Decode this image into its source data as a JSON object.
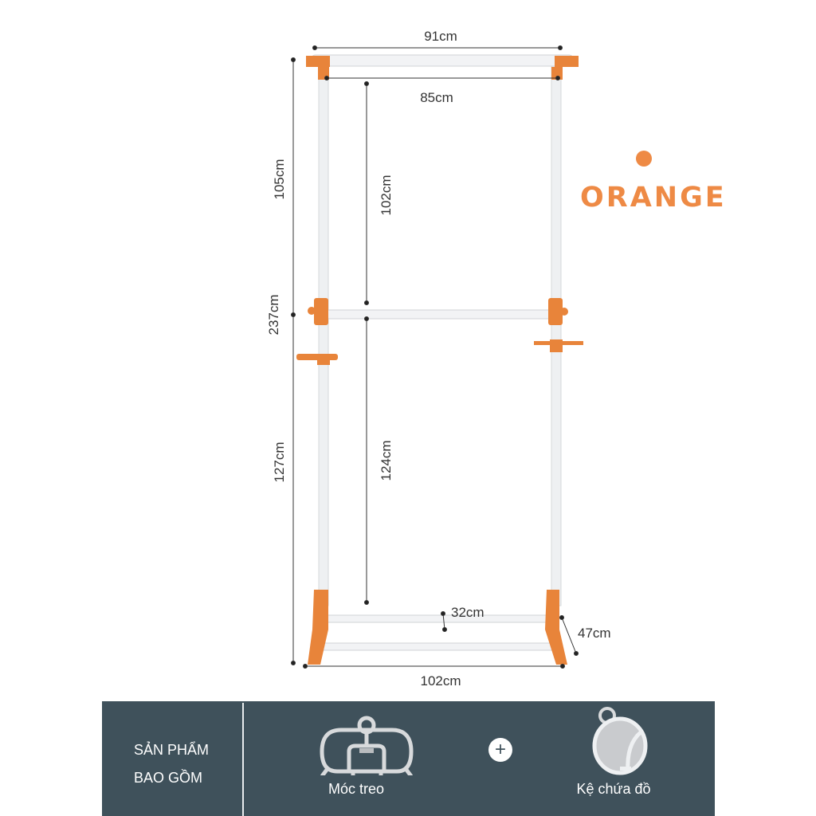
{
  "dimensions": {
    "top_width": "91cm",
    "inner_width": "85cm",
    "upper_height": "105cm",
    "total_height": "237cm",
    "lower_height": "127cm",
    "upper_inner_height": "102cm",
    "lower_inner_height": "124cm",
    "bar_gap": "32cm",
    "depth": "47cm",
    "base_width": "102cm"
  },
  "color_option": {
    "label": "ORANGE",
    "swatch": "#ee8a45"
  },
  "included": {
    "heading_line1": "SẢN PHẨM",
    "heading_line2": "BAO GỒM",
    "items": [
      {
        "label": "Móc treo",
        "icon": "hanger-hook-icon"
      },
      {
        "label": "Kệ chứa đồ",
        "icon": "storage-tray-icon"
      }
    ],
    "separator": "+"
  }
}
